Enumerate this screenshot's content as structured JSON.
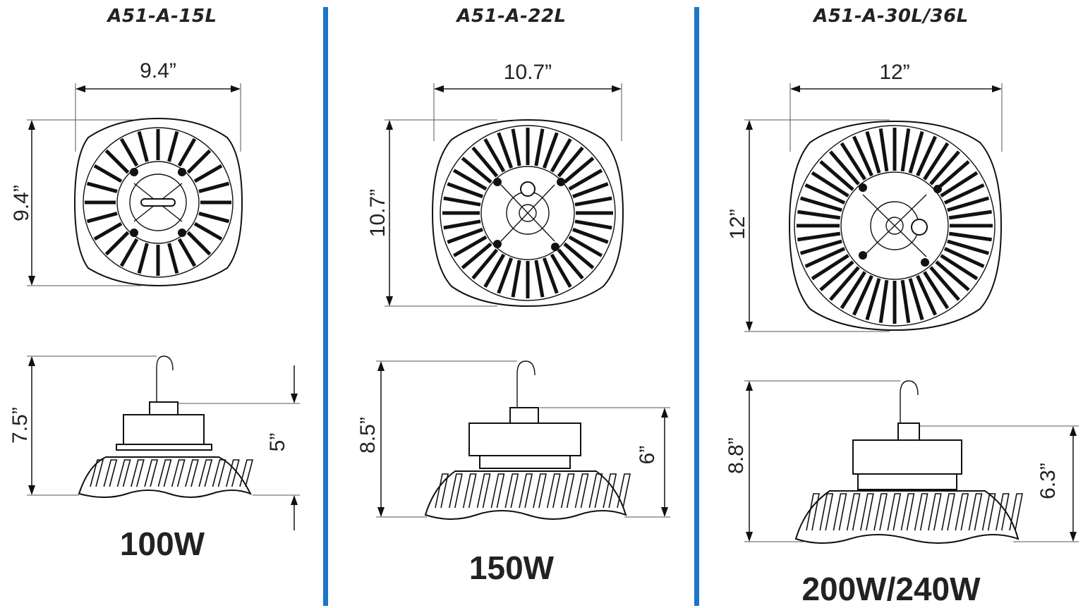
{
  "accent_color": "#1a76c9",
  "models": [
    {
      "title": "A51-A-15L",
      "top_width_label": "9.4”",
      "top_height_label": "9.4”",
      "side_height_label": "7.5”",
      "side_body_label": "5”",
      "wattage": "100W"
    },
    {
      "title": "A51-A-22L",
      "top_width_label": "10.7”",
      "top_height_label": "10.7”",
      "side_height_label": "8.5”",
      "side_body_label": "6”",
      "wattage": "150W"
    },
    {
      "title": "A51-A-30L/36L",
      "top_width_label": "12”",
      "top_height_label": "12”",
      "side_height_label": "8.8”",
      "side_body_label": "6.3”",
      "wattage": "200W/240W"
    }
  ]
}
